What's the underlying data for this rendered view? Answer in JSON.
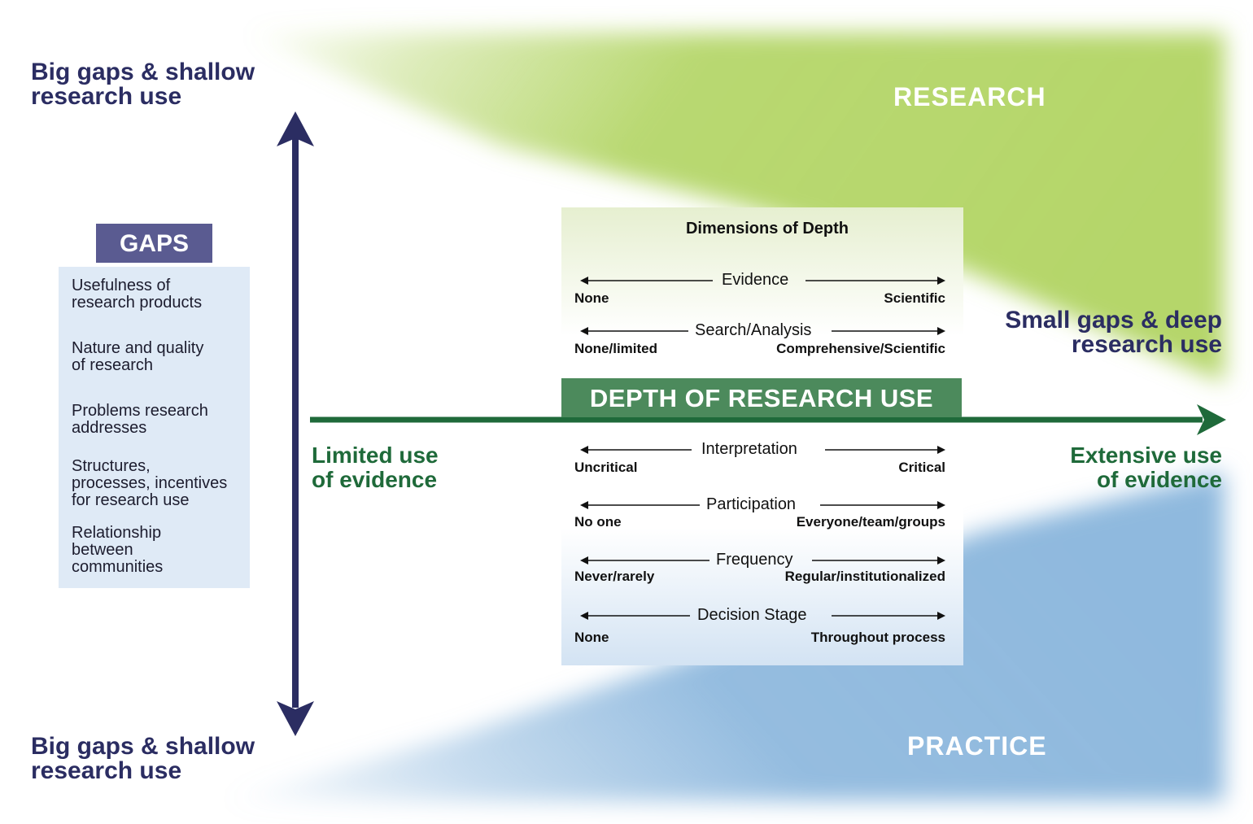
{
  "colors": {
    "research_green": "#b5d66a",
    "practice_blue": "#8fb9de",
    "navy": "#2b2d62",
    "dark_green": "#1f6a3a",
    "gaps_header": "#5a5b91",
    "gaps_panel": "#dfeaf6",
    "depth_banner": "#4c8a5c"
  },
  "corners": {
    "top_left": "Big gaps & shallow\nresearch use",
    "bottom_left": "Big gaps & shallow\nresearch use",
    "right": "Small gaps & deep\nresearch use"
  },
  "regions": {
    "research": "RESEARCH",
    "practice": "PRACTICE"
  },
  "gaps": {
    "title": "GAPS",
    "items": [
      "Usefulness of\nresearch products",
      "Nature and quality\nof research",
      "Problems research\naddresses",
      "Structures,\nprocesses, incentives\nfor research use",
      "Relationship\nbetween\ncommunities"
    ]
  },
  "dimensions": {
    "title": "Dimensions of Depth",
    "top": [
      {
        "label": "Evidence",
        "left": "None",
        "right": "Scientific"
      },
      {
        "label": "Search/Analysis",
        "left": "None/limited",
        "right": "Comprehensive/Scientific"
      }
    ],
    "bottom": [
      {
        "label": "Interpretation",
        "left": "Uncritical",
        "right": "Critical"
      },
      {
        "label": "Participation",
        "left": "No one",
        "right": "Everyone/team/groups"
      },
      {
        "label": "Frequency",
        "left": "Never/rarely",
        "right": "Regular/institutionalized"
      },
      {
        "label": "Decision Stage",
        "left": "None",
        "right": "Throughout process"
      }
    ]
  },
  "axis": {
    "title": "DEPTH OF RESEARCH USE",
    "left_label": "Limited use\nof evidence",
    "right_label": "Extensive use\nof evidence"
  }
}
